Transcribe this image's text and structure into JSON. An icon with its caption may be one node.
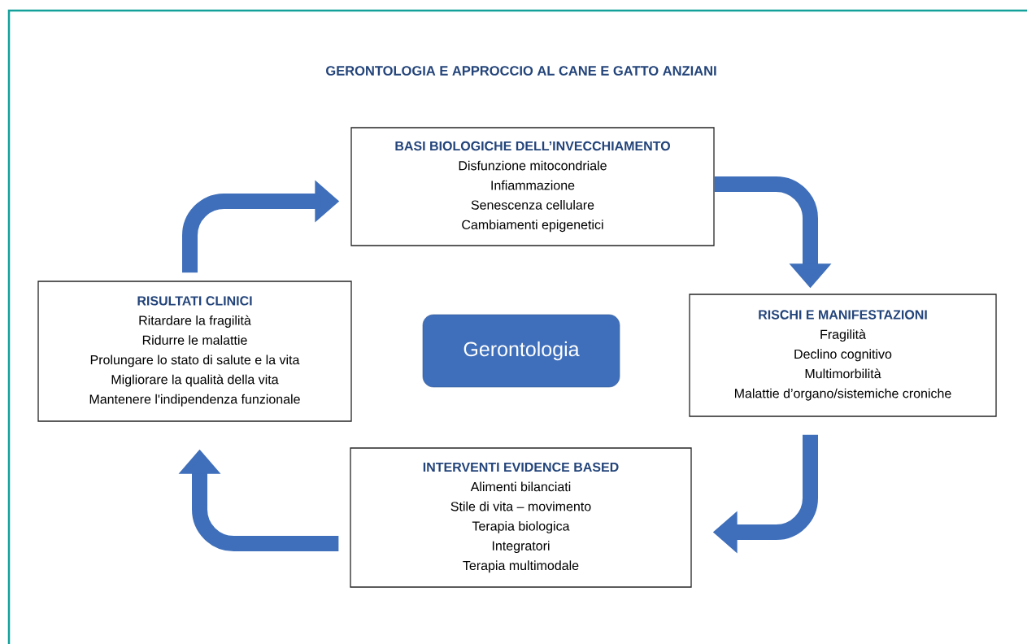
{
  "diagram": {
    "title": "GERONTOLOGIA E APPROCCIO AL CANE E GATTO ANZIANI",
    "nodes": [
      {
        "text": [
          "BASI BIOLOGICHE DELL’INVECCHIAMENTO",
          "Disfunzione mitocondriale",
          "Infiammazione",
          "Senescenza cellulare",
          "Cambiamenti epigenetici"
        ]
      },
      {
        "text": [
          "RISCHI E MANIFESTAZIONI",
          "Fragilità",
          "Declino cognitivo",
          "Multimorbilità",
          "Malattie d’organo/sistemiche croniche"
        ]
      },
      {
        "text": [
          "INTERVENTI EVIDENCE BASED",
          "Alimenti bilanciati",
          "Stile di vita – movimento",
          "Terapia biologica",
          "Integratori",
          "Terapia multimodale"
        ]
      },
      {
        "text": [
          "RISULTATI CLINICI",
          "Ritardare la fragilità",
          "Ridurre le malattie",
          "Prolungare lo stato di salute e la vita",
          "Migliorare la qualità della vita",
          "Mantenere l'indipendenza funzionale"
        ]
      },
      {
        "text": [
          "Gerontologia"
        ]
      }
    ],
    "edges": [
      {
        "from": 0,
        "to": 1,
        "arrow": "to"
      },
      {
        "from": 1,
        "to": 2,
        "arrow": "to"
      },
      {
        "from": 2,
        "to": 3,
        "arrow": "to"
      },
      {
        "from": 3,
        "to": 0,
        "arrow": "to"
      }
    ]
  }
}
